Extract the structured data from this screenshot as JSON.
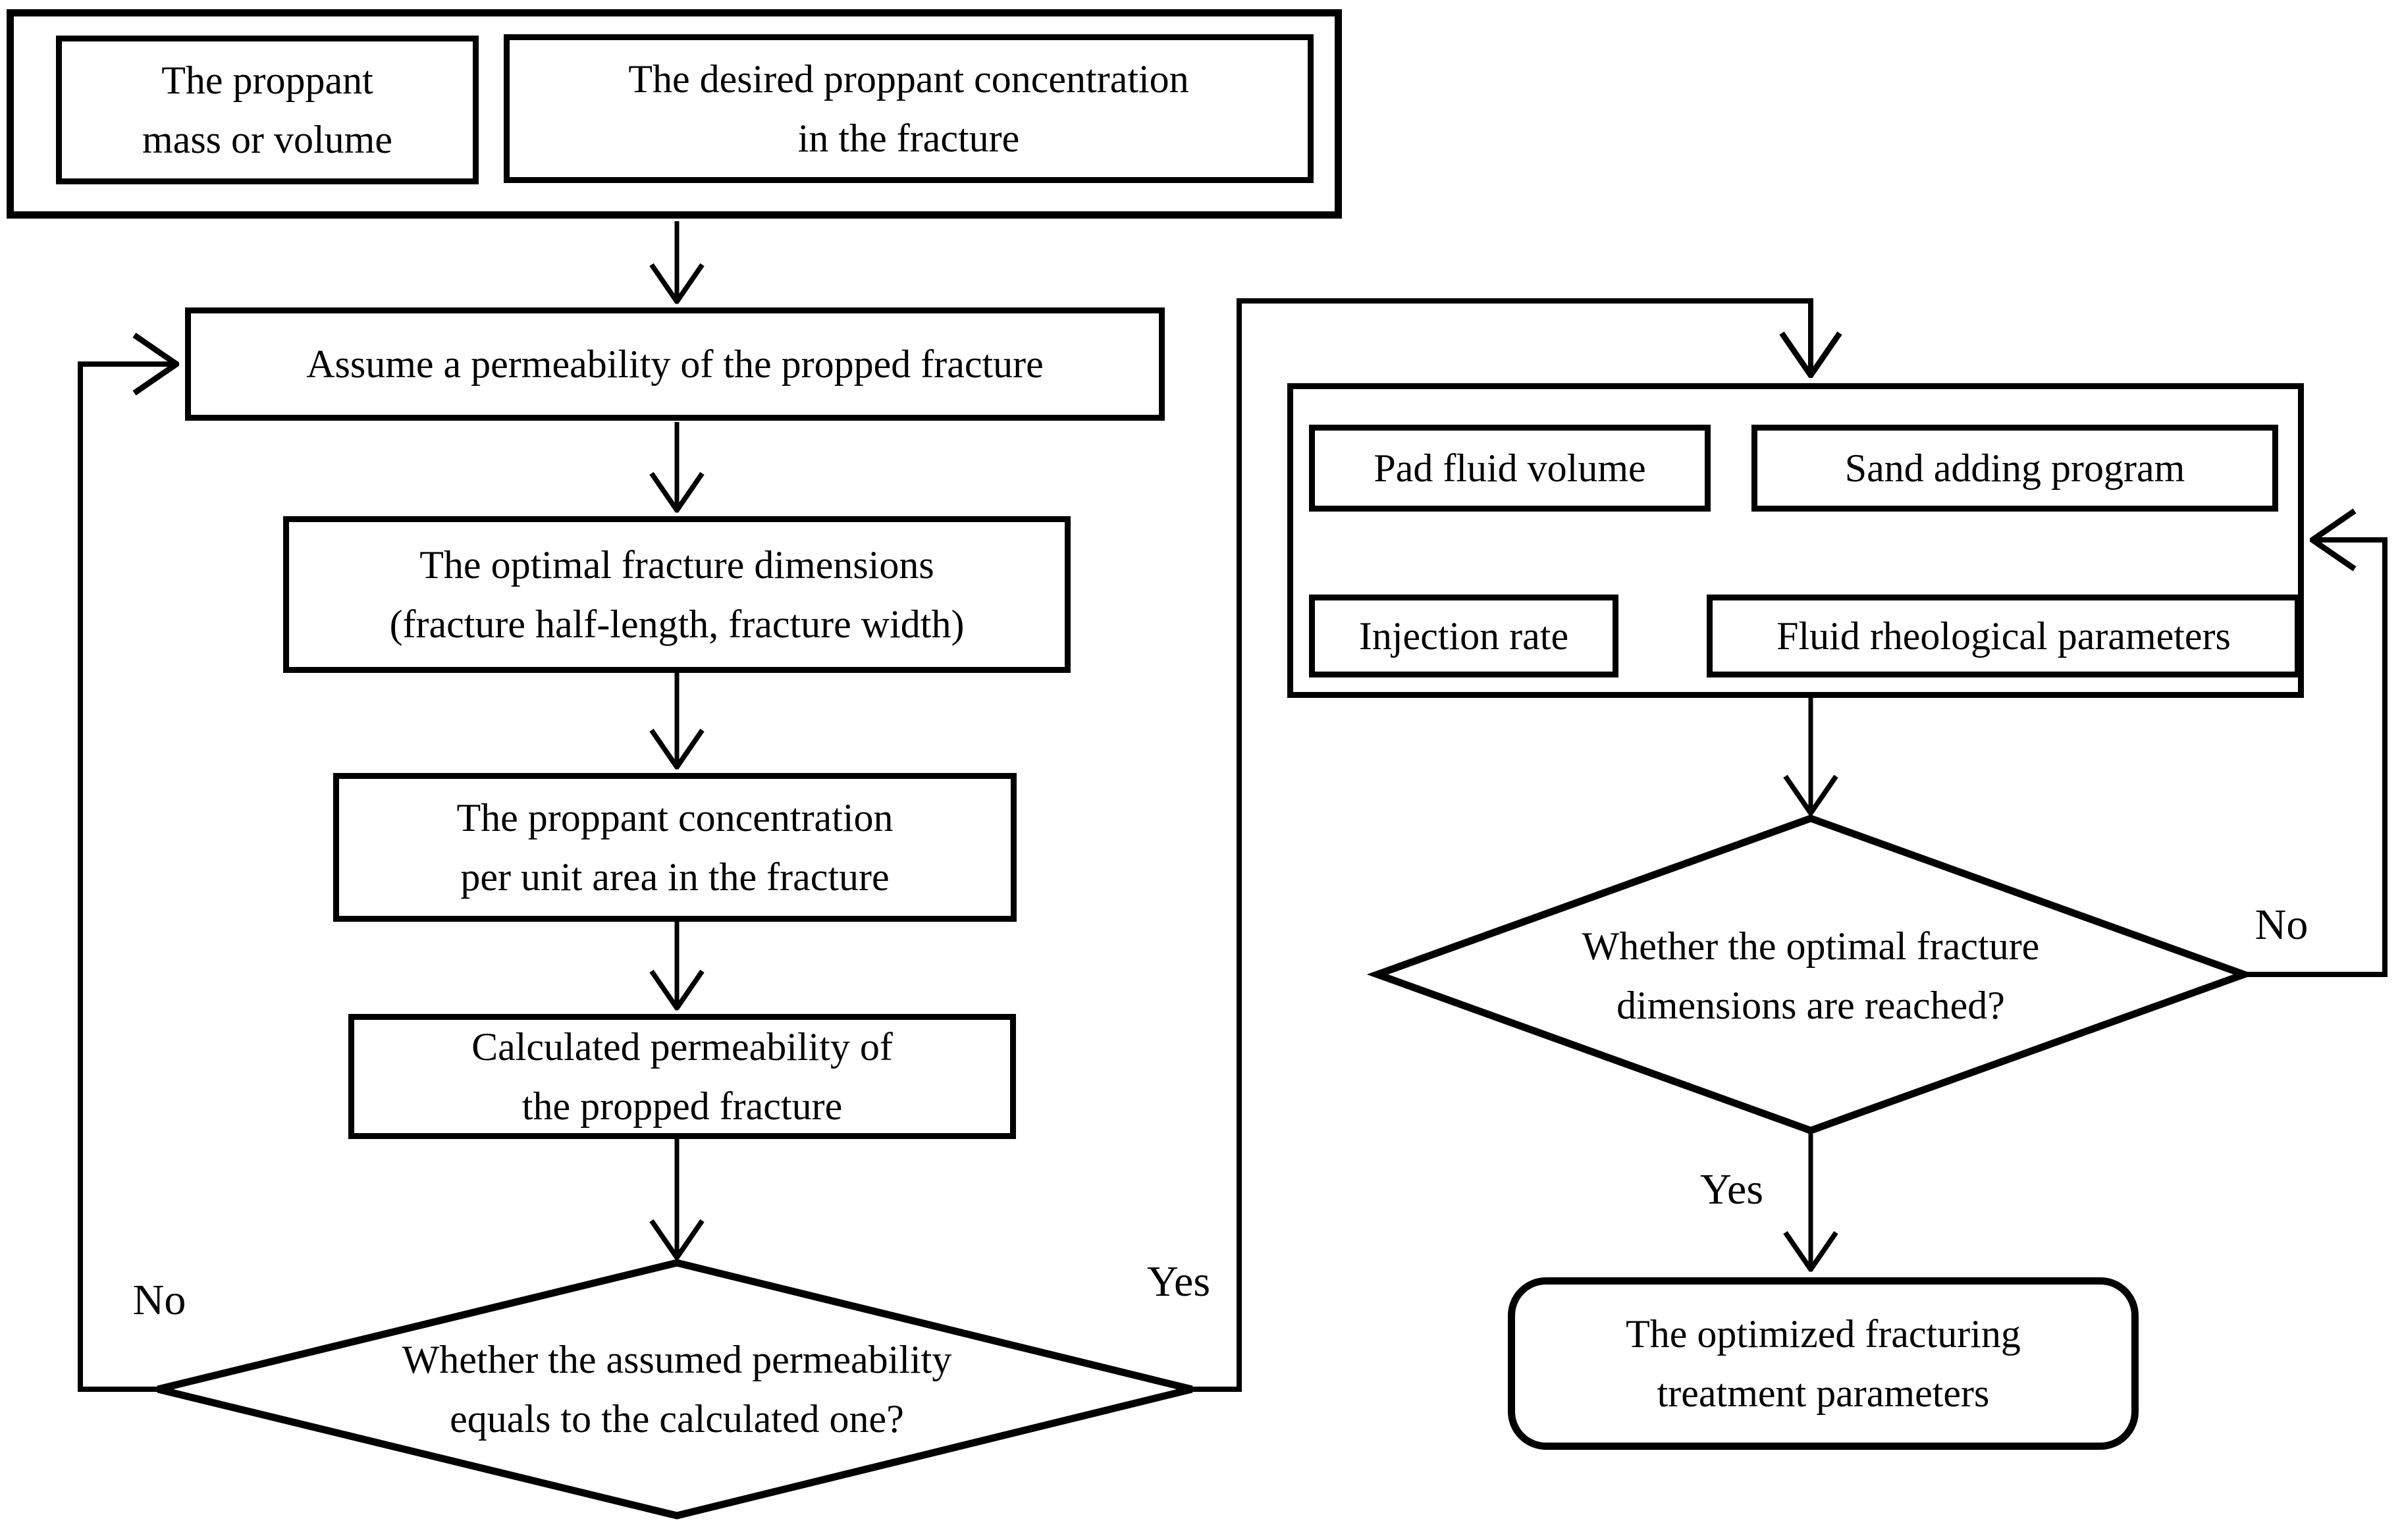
{
  "colors": {
    "line": "#000000",
    "background": "#ffffff"
  },
  "nodes": {
    "proppant_mass": {
      "label": "The proppant\nmass or volume"
    },
    "desired_concentration": {
      "label": "The desired proppant concentration\nin the fracture"
    },
    "assume_permeability": {
      "label": "Assume a permeability of the propped fracture"
    },
    "optimal_dimensions": {
      "label": "The optimal fracture dimensions\n(fracture half-length, fracture width)"
    },
    "proppant_concentration_area": {
      "label": "The proppant concentration\nper unit area in the fracture"
    },
    "calculated_permeability": {
      "label": "Calculated permeability of\nthe propped fracture"
    },
    "decision_permeability": {
      "label": "Whether the assumed permeability\nequals to the calculated one?"
    },
    "pad_fluid_volume": {
      "label": "Pad fluid volume"
    },
    "sand_adding_program": {
      "label": "Sand adding program"
    },
    "injection_rate": {
      "label": "Injection rate"
    },
    "fluid_rheological_parameters": {
      "label": "Fluid rheological parameters"
    },
    "decision_dimensions": {
      "label": "Whether the optimal fracture\ndimensions are reached?"
    },
    "optimized_parameters": {
      "label": "The optimized fracturing\ntreatment parameters"
    }
  },
  "edge_labels": {
    "left_no": "No",
    "left_yes": "Yes",
    "right_no": "No",
    "right_yes": "Yes"
  }
}
